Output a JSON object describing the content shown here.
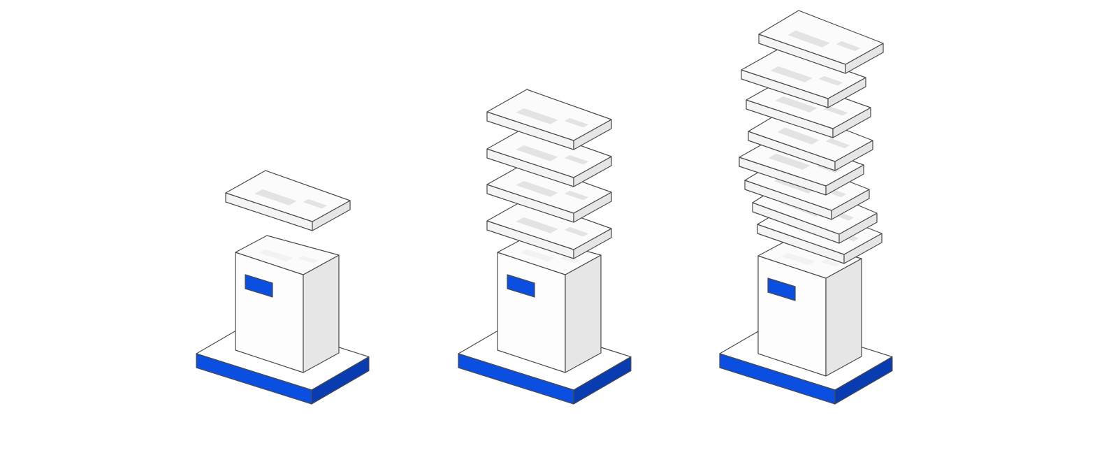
{
  "colors": {
    "accent": "#0a4fe0",
    "accent_dark": "#083cb0",
    "block_top": "#fbfbfb",
    "block_left": "#f4f4f4",
    "block_right": "#e6e6e6",
    "outline": "#4a4a4a",
    "stripe": "#e3e3e3",
    "background": "#ffffff"
  },
  "stacks": [
    {
      "name": "stack-1",
      "layer_count": 1
    },
    {
      "name": "stack-2",
      "layer_count": 4
    },
    {
      "name": "stack-3",
      "layer_count": 8
    }
  ]
}
